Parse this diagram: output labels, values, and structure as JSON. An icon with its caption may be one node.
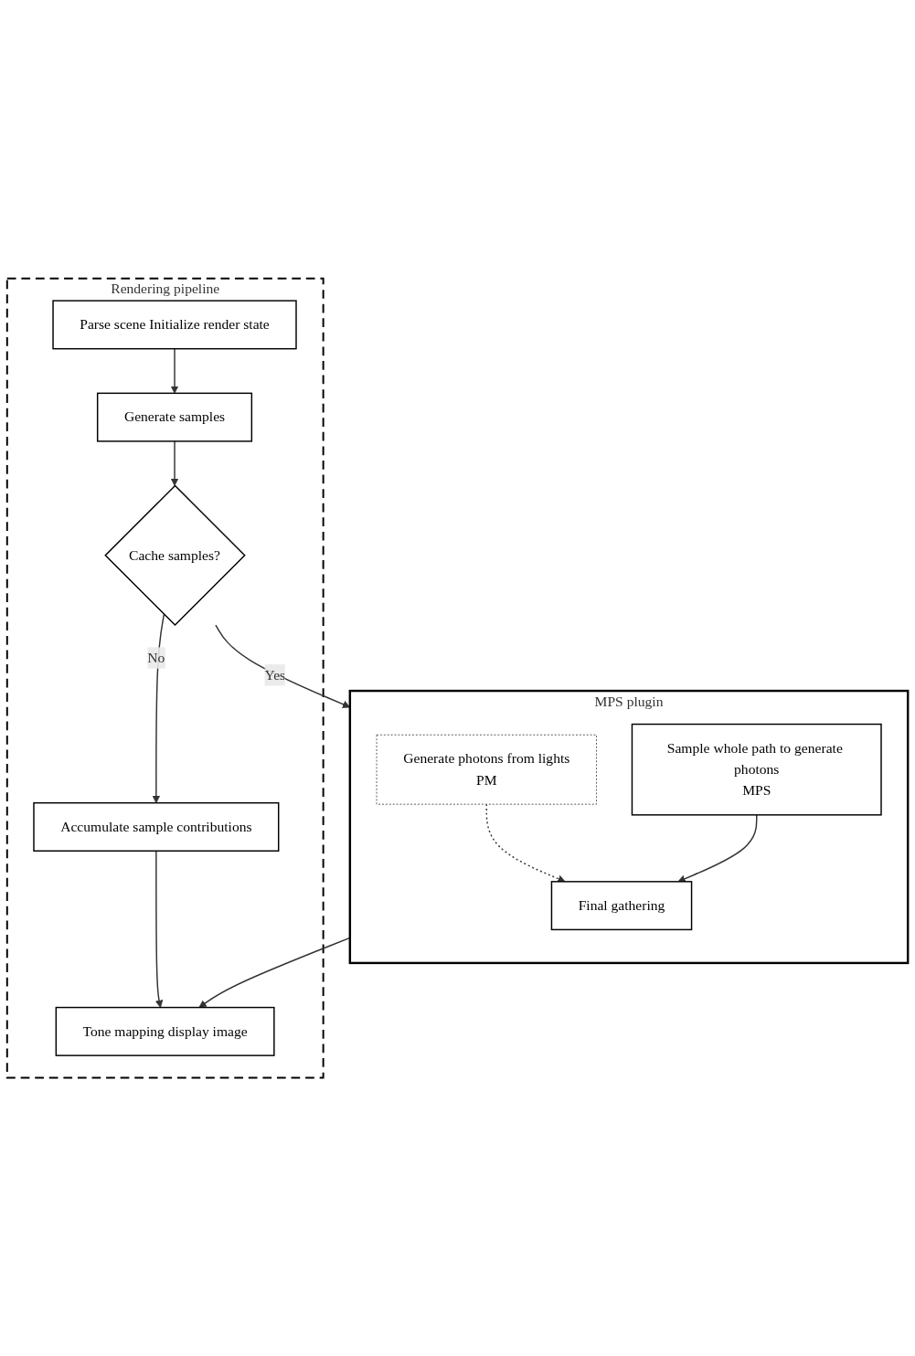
{
  "diagram": {
    "nodes": [
      {
        "text": [
          "Rendering pipeline"
        ]
      },
      {
        "text": [
          "Parse scene Initialize render state"
        ],
        "in": 0
      },
      {
        "text": [
          "Generate samples"
        ],
        "in": 0
      },
      {
        "text": [
          "Cache samples?"
        ],
        "in": 0
      },
      {
        "text": [
          "Accumulate sample contributions"
        ],
        "in": 0
      },
      {
        "text": [
          "Tone mapping display image"
        ],
        "in": 0
      },
      {
        "text": [
          "MPS plugin"
        ]
      },
      {
        "text": [
          "Generate photons from lights",
          "PM"
        ],
        "in": 6
      },
      {
        "text": [
          "Sample whole path to generate photons",
          "MPS"
        ],
        "in": 6
      },
      {
        "text": [
          "Final gathering"
        ],
        "in": 6
      }
    ],
    "edges": [
      {
        "from": 1,
        "to": 2,
        "arrow": "to"
      },
      {
        "from": 2,
        "to": 3,
        "arrow": "to"
      },
      {
        "from": 3,
        "to": 6,
        "arrow": "to",
        "label": "Yes"
      },
      {
        "from": 3,
        "to": 4,
        "arrow": "to",
        "label": "No"
      },
      {
        "from": 4,
        "to": 5,
        "arrow": "to"
      },
      {
        "from": 6,
        "to": 5,
        "arrow": "to"
      },
      {
        "from": 7,
        "to": 9,
        "arrow": "to",
        "style": "dashed"
      },
      {
        "from": 8,
        "to": 9,
        "arrow": "to"
      }
    ]
  }
}
